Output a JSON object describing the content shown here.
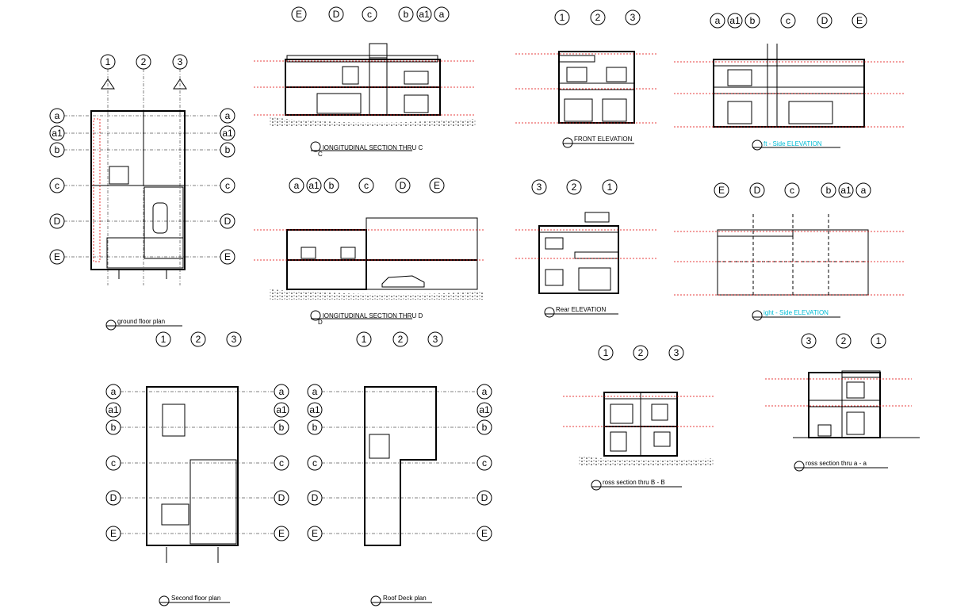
{
  "views": {
    "ground_floor_plan": {
      "title": "ground floor plan",
      "cols": [
        "1",
        "2",
        "3"
      ],
      "rows": [
        "a",
        "a1",
        "b",
        "c",
        "D",
        "E"
      ]
    },
    "second_floor_plan": {
      "title": "Second floor plan",
      "cols": [
        "1",
        "2",
        "3"
      ],
      "rows": [
        "a",
        "a1",
        "b",
        "c",
        "D",
        "E"
      ]
    },
    "roof_deck_plan": {
      "title": "Roof Deck plan",
      "cols": [
        "1",
        "2",
        "3"
      ],
      "rows": [
        "a",
        "a1",
        "b",
        "c",
        "D",
        "E"
      ]
    },
    "long_section_c": {
      "title": "lONGITUDINAL SECTION THRU C",
      "marker": "C",
      "bubbles": [
        "E",
        "D",
        "c",
        "b",
        "a1",
        "a"
      ]
    },
    "long_section_d": {
      "title": "lONGITUDINAL SECTION THRU D",
      "marker": "D",
      "bubbles": [
        "a",
        "a1",
        "b",
        "c",
        "D",
        "E"
      ]
    },
    "front_elevation": {
      "title": "FRONT ELEVATION",
      "bubbles": [
        "1",
        "2",
        "3"
      ]
    },
    "rear_elevation": {
      "title": "Rear ELEVATION",
      "bubbles": [
        "3",
        "2",
        "1"
      ]
    },
    "left_side_elevation": {
      "title": "ft - Side ELEVATION",
      "bubbles": [
        "a",
        "a1",
        "b",
        "c",
        "D",
        "E"
      ]
    },
    "right_side_elevation": {
      "title": "ight - Side ELEVATION",
      "bubbles": [
        "E",
        "D",
        "c",
        "b",
        "a1",
        "a"
      ]
    },
    "cross_section_b": {
      "title": "ross section thru B - B",
      "bubbles": [
        "1",
        "2",
        "3"
      ]
    },
    "cross_section_a": {
      "title": "ross section thru a - a",
      "bubbles": [
        "3",
        "2",
        "1"
      ]
    }
  },
  "colors": {
    "line": "#000000",
    "dimension": "#e00000",
    "title_highlight": "#00bcd4"
  }
}
